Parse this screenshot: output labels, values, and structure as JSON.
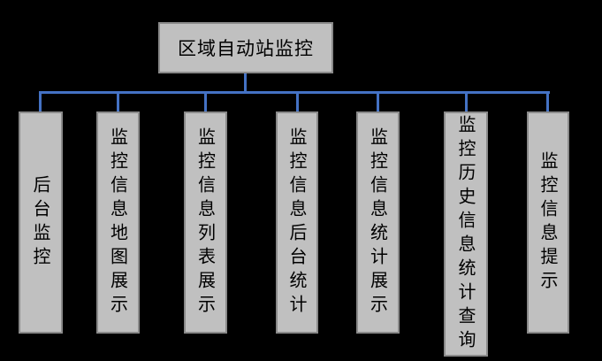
{
  "diagram": {
    "root": {
      "label": "区域自动站监控"
    },
    "children": [
      {
        "label": "后台监控"
      },
      {
        "label": "监控信息地图展示"
      },
      {
        "label": "监控信息列表展示"
      },
      {
        "label": "监控信息后台统计"
      },
      {
        "label": "监控信息统计展示"
      },
      {
        "label": "监控历史信息统计查询"
      },
      {
        "label": "监控信息提示"
      }
    ]
  },
  "colors": {
    "background": "#000000",
    "node_fill": "#c0c0c0",
    "node_border": "#8a8a8a",
    "connector": "#4472c4",
    "text": "#000000"
  }
}
